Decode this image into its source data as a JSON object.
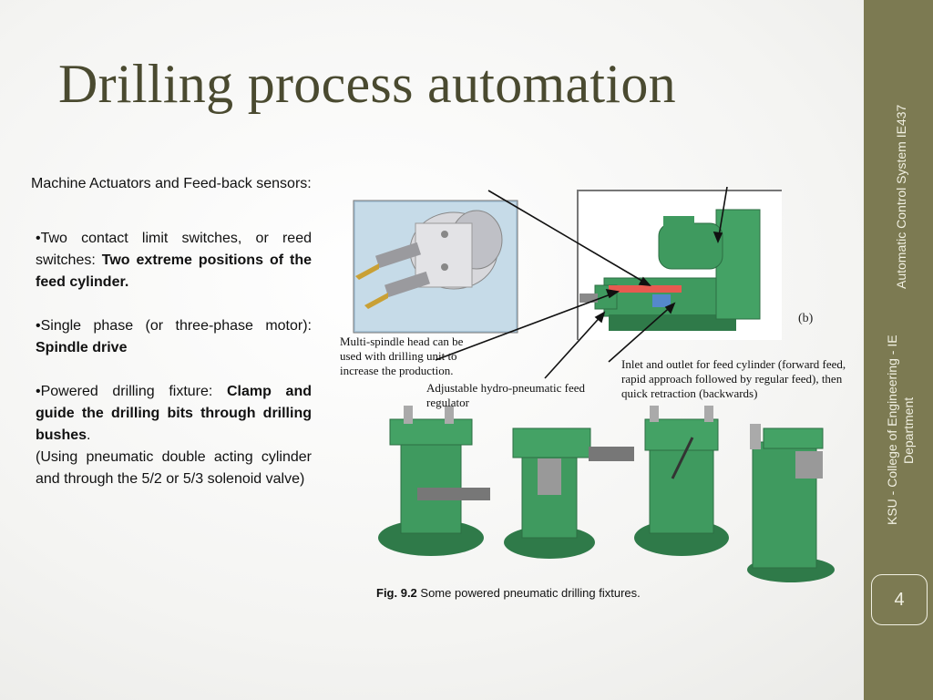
{
  "slide": {
    "title": "Drilling process automation",
    "page_number": "4"
  },
  "sidebar": {
    "course": "Automatic Control System IE437",
    "department_line1": "KSU - College of Engineering - IE",
    "department_line2": "Department"
  },
  "content": {
    "lead": "Machine Actuators and Feed-back sensors:",
    "bullets": [
      {
        "text": "•Two contact limit switches, or reed switches: ",
        "bold": "Two extreme positions of the feed cylinder."
      },
      {
        "text": "•Single phase (or three-phase motor): ",
        "bold": "Spindle drive"
      },
      {
        "text": "•Powered drilling fixture: ",
        "bold": "Clamp and guide the drilling bits through drilling bushes",
        "tail": "."
      }
    ],
    "note": "(Using pneumatic double acting cylinder and through the 5/2 or 5/3 solenoid valve)"
  },
  "figure": {
    "label_a": "Multi-spindle head can be used with drilling unit to increase the production.",
    "label_b": "Adjustable hydro-pneumatic feed regulator",
    "label_c": "Inlet and outlet for feed cylinder (forward feed, rapid approach followed by regular feed), then quick retraction (backwards)",
    "panel_marker": "(b)",
    "caption_prefix": "Fig. 9.2",
    "caption_text": " Some powered pneumatic drilling fixtures."
  },
  "colors": {
    "sidebar": "#7c7a52",
    "title": "#4a4a30",
    "machine_green": "#3f9a5f"
  }
}
